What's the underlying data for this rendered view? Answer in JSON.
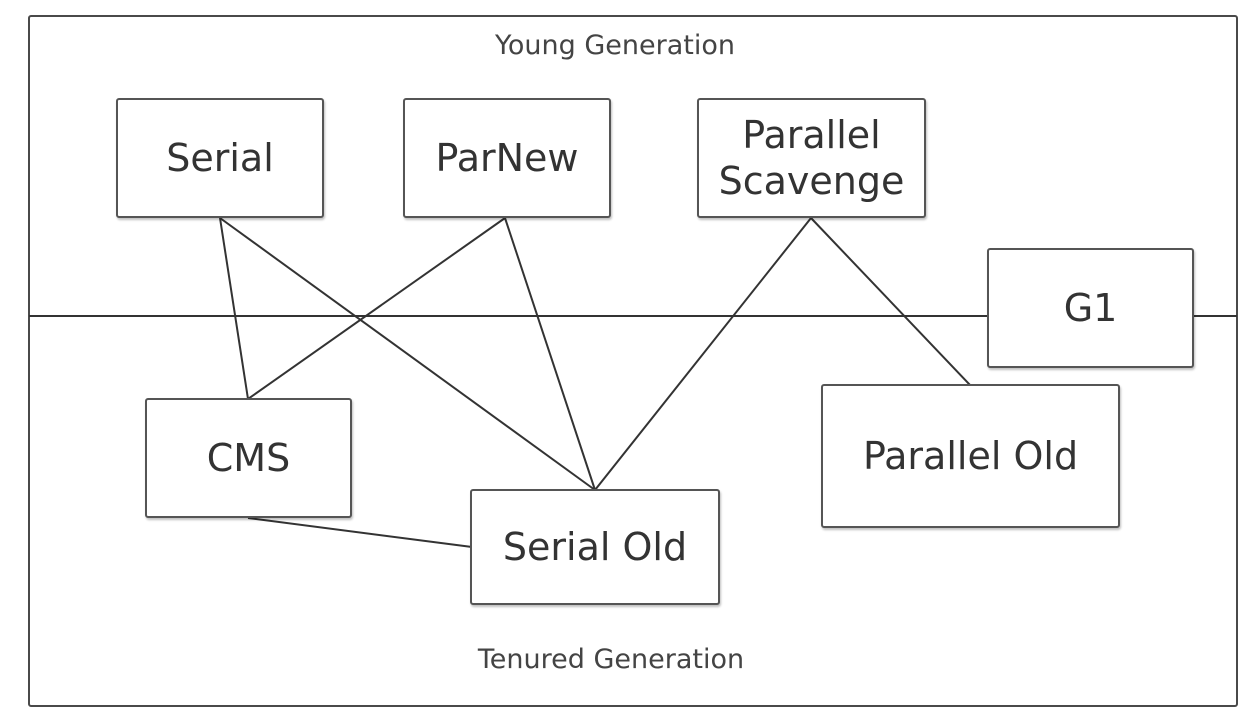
{
  "regions": {
    "top_label": "Young Generation",
    "bottom_label": "Tenured Generation"
  },
  "nodes": {
    "serial": "Serial",
    "parnew": "ParNew",
    "parallel_scavenge": "Parallel\nScavenge",
    "g1": "G1",
    "cms": "CMS",
    "serial_old": "Serial Old",
    "parallel_old": "Parallel Old"
  },
  "edges": [
    [
      "serial",
      "cms"
    ],
    [
      "serial",
      "serial_old"
    ],
    [
      "parnew",
      "cms"
    ],
    [
      "parnew",
      "serial_old"
    ],
    [
      "parallel_scavenge",
      "serial_old"
    ],
    [
      "parallel_scavenge",
      "parallel_old"
    ],
    [
      "cms",
      "serial_old"
    ]
  ],
  "colors": {
    "line": "#333333",
    "box_border": "#555555",
    "text": "#333333"
  }
}
